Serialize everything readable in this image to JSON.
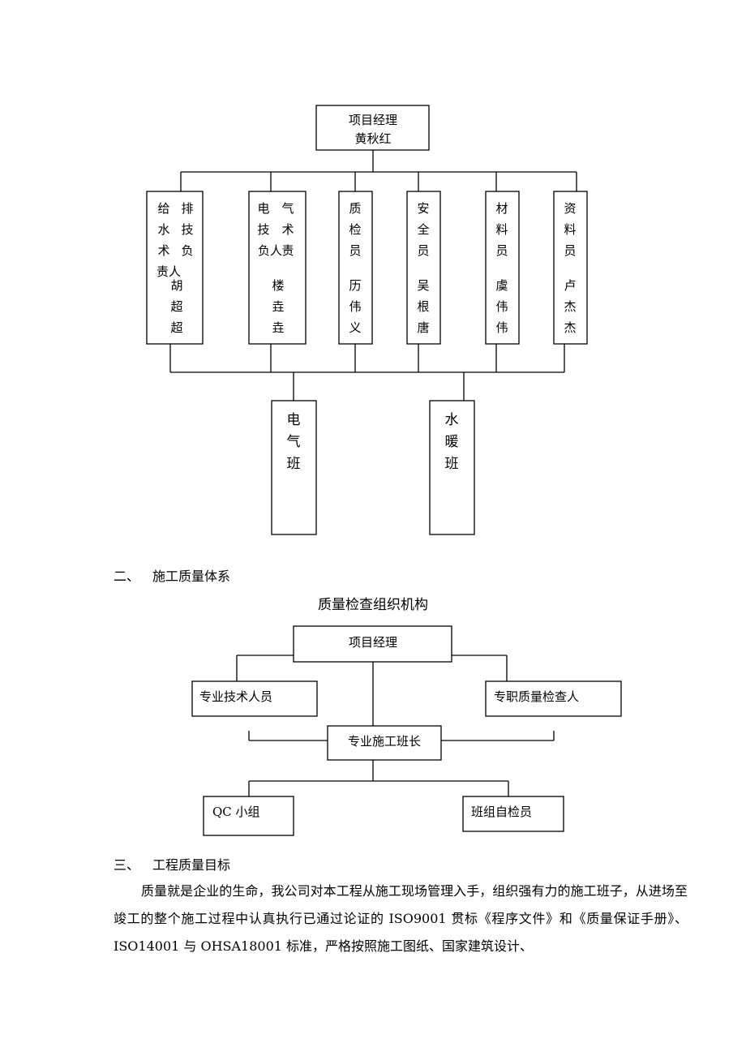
{
  "org_chart": {
    "manager": {
      "title": "项目经理",
      "name": "黄秋红"
    },
    "staff": [
      {
        "id": "plumbing-tech-lead",
        "cols": [
          [
            "给",
            "水",
            "术",
            "责人",
            "",
            "",
            ""
          ],
          [
            "排",
            "技",
            "负",
            "",
            "胡",
            "超",
            "超"
          ]
        ]
      },
      {
        "id": "electrical-tech-lead",
        "cols": [
          [
            "电",
            "技",
            "负人",
            "",
            "",
            "",
            ""
          ],
          [
            "气",
            "术",
            "责",
            "",
            "楼",
            "垚",
            "垚"
          ]
        ]
      },
      {
        "id": "quality-inspector",
        "chars": [
          "质",
          "检",
          "员",
          "",
          "历",
          "伟",
          "义"
        ]
      },
      {
        "id": "safety-officer",
        "chars": [
          "安",
          "全",
          "员",
          "",
          "吴",
          "根",
          "唐"
        ]
      },
      {
        "id": "materials-officer",
        "chars": [
          "材",
          "料",
          "员",
          "",
          "虞",
          "伟",
          "伟"
        ]
      },
      {
        "id": "documents-officer",
        "chars": [
          "资",
          "料",
          "员",
          "",
          "卢",
          "杰",
          "杰"
        ]
      }
    ],
    "teams": [
      {
        "id": "electrical-team",
        "chars": [
          "电",
          "气",
          "班"
        ]
      },
      {
        "id": "hvac-plumbing-team",
        "chars": [
          "水",
          "暖",
          "班"
        ]
      }
    ]
  },
  "section2": {
    "num": "二、",
    "title": "施工质量体系"
  },
  "quality_chart": {
    "caption": "质量检查组织机构",
    "manager": "项目经理",
    "tech_staff": "专业技术人员",
    "quality_inspector": "专职质量检查人",
    "team_leader": "专业施工班长",
    "qc_group": "QC 小组",
    "self_check": "班组自检员"
  },
  "section3": {
    "num": "三、",
    "title": "工程质量目标",
    "paragraph": "质量就是企业的生命，我公司对本工程从施工现场管理入手，组织强有力的施工班子，从进场至竣工的整个施工过程中认真执行已通过论证的 ISO9001 贯标《程序文件》和《质量保证手册》、ISO14001 与 OHSA18001 标准，严格按照施工图纸、国家建筑设计、"
  }
}
